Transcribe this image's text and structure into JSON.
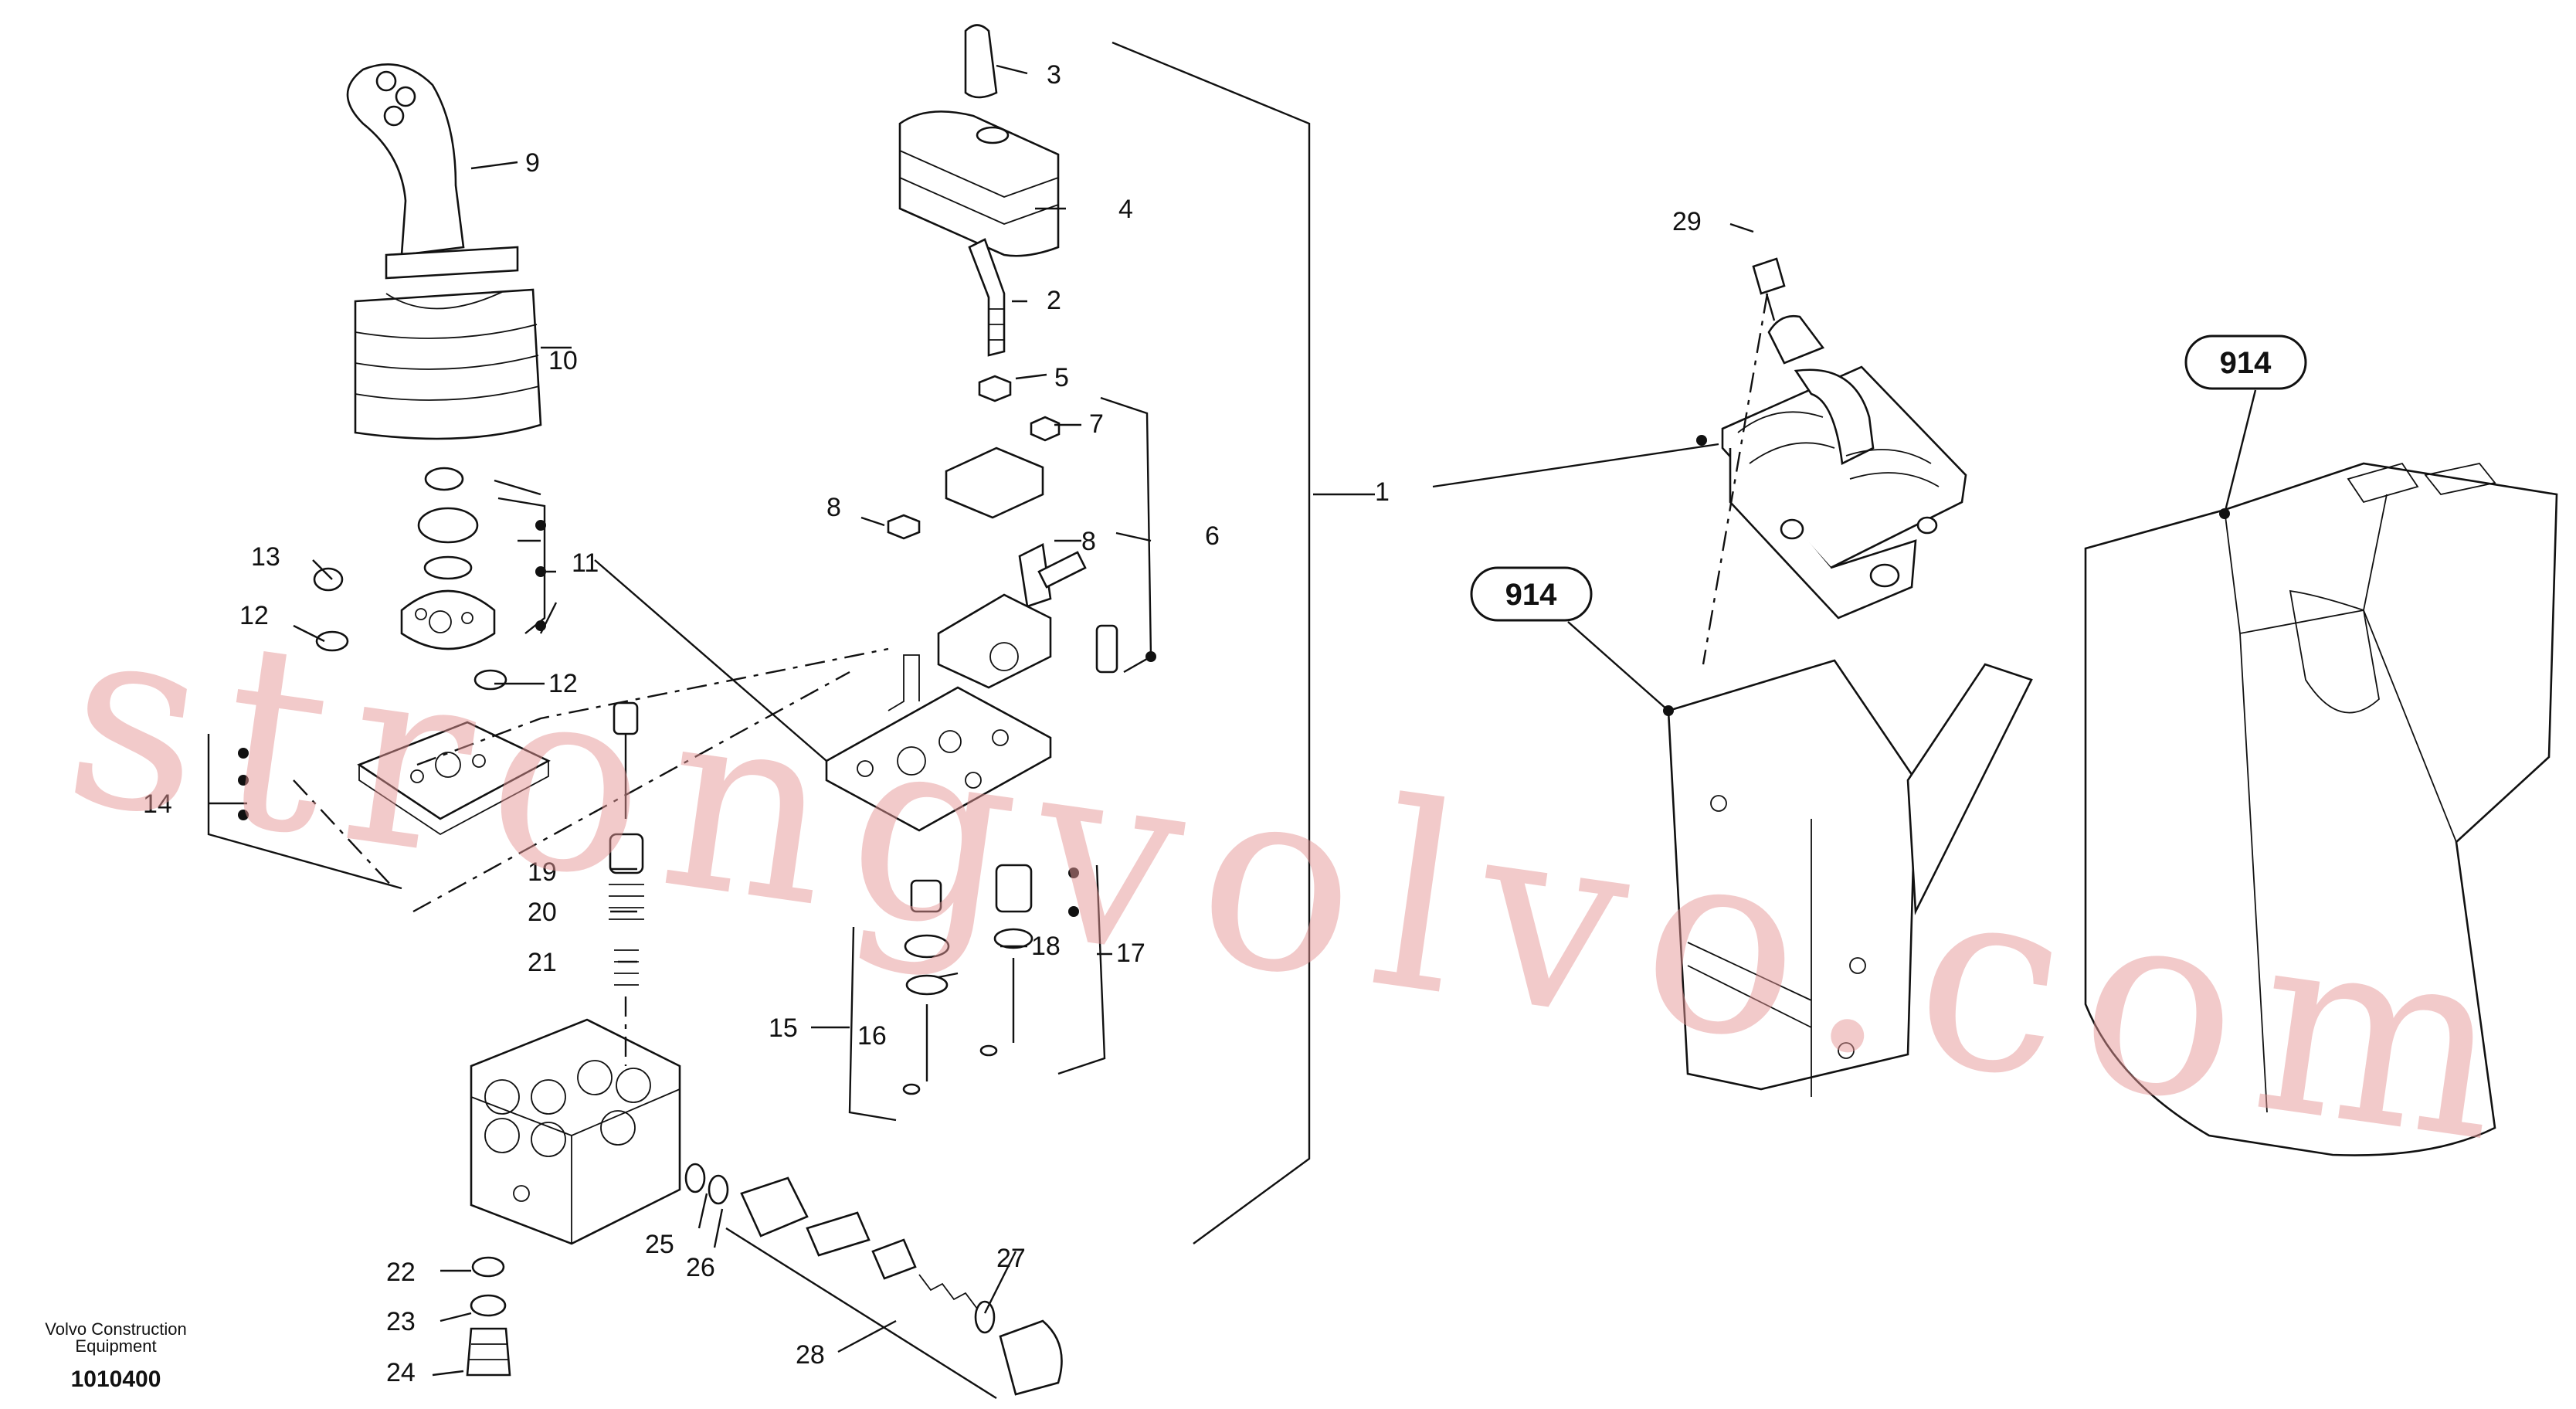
{
  "diagram": {
    "watermark": "strongvolvo.com",
    "publisher_line1": "Volvo Construction",
    "publisher_line2": "Equipment",
    "figure_number": "1010400",
    "badges": [
      "914",
      "914"
    ],
    "part_labels": {
      "p1": "1",
      "p2": "2",
      "p3": "3",
      "p4": "4",
      "p5": "5",
      "p6": "6",
      "p7": "7",
      "p8a": "8",
      "p8b": "8",
      "p9": "9",
      "p10": "10",
      "p11": "11",
      "p12a": "12",
      "p12b": "12",
      "p13": "13",
      "p14": "14",
      "p15": "15",
      "p16": "16",
      "p17": "17",
      "p18": "18",
      "p19": "19",
      "p20": "20",
      "p21": "21",
      "p22": "22",
      "p23": "23",
      "p24": "24",
      "p25": "25",
      "p26": "26",
      "p27": "27",
      "p28": "28",
      "p29": "29"
    }
  }
}
